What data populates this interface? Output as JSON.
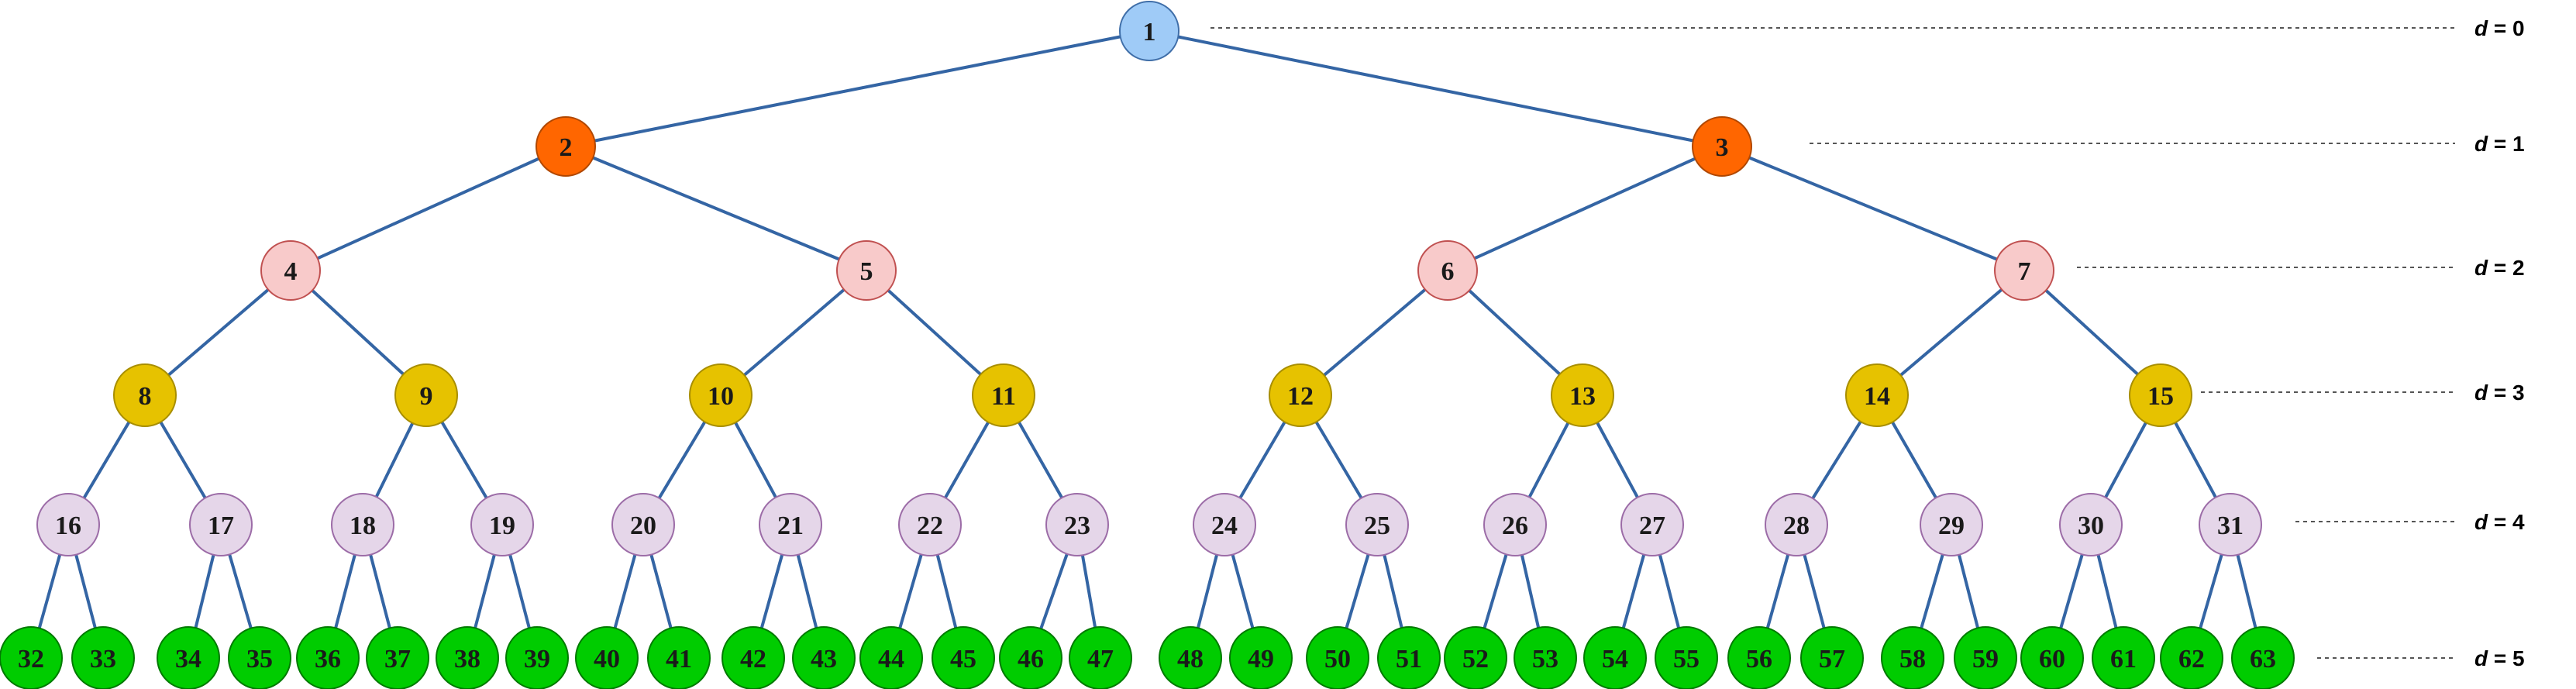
{
  "tree": {
    "node_count": 63,
    "depth_levels": [
      0,
      1,
      2,
      3,
      4,
      5
    ],
    "depth_label_prefix": "d",
    "depth_label_separator": " = ",
    "level_colors": {
      "0": {
        "fill": "#9FCBF7",
        "stroke": "#3F6EA8"
      },
      "1": {
        "fill": "#FF6600",
        "stroke": "#B04700"
      },
      "2": {
        "fill": "#F8CACA",
        "stroke": "#C05050"
      },
      "3": {
        "fill": "#E6C200",
        "stroke": "#A88E00"
      },
      "4": {
        "fill": "#E5D6E9",
        "stroke": "#9C6CA7"
      },
      "5": {
        "fill": "#00CC00",
        "stroke": "#007A00"
      }
    },
    "edge_color": "#3465A4",
    "guide_line_color": "#555555"
  }
}
